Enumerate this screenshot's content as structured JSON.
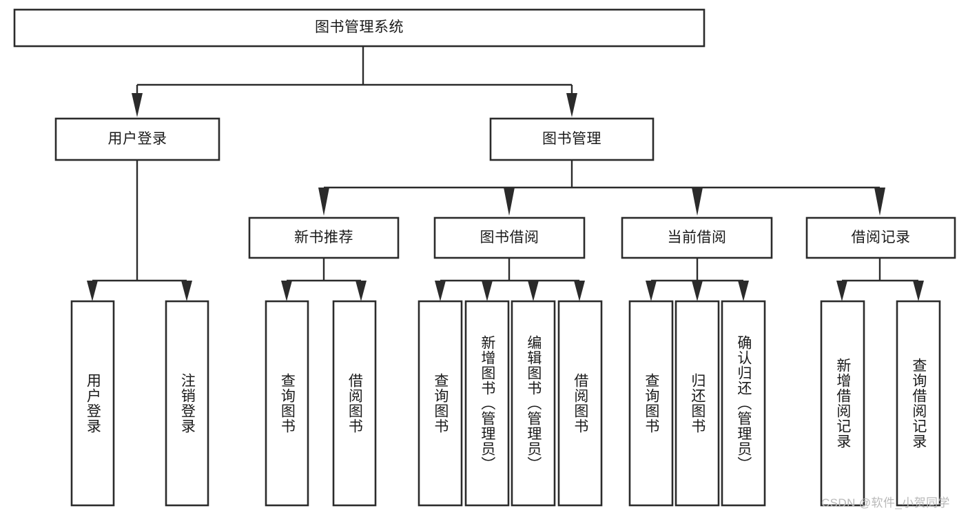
{
  "diagram": {
    "title": "图书管理系统",
    "orientation": "top-down-tree",
    "watermark": "CSDN @软件_小贺同学",
    "colors": {
      "box_stroke": "#2b2b2b",
      "box_fill": "#ffffff",
      "connector": "#2b2b2b",
      "text": "#1a1a1a",
      "watermark": "#b9b9b9",
      "background": "#ffffff"
    },
    "nodes": {
      "root": {
        "label": "图书管理系统"
      },
      "level1": [
        {
          "id": "login",
          "label": "用户登录"
        },
        {
          "id": "book_mgmt",
          "label": "图书管理"
        }
      ],
      "level2": [
        {
          "id": "new_book_rec",
          "label": "新书推荐"
        },
        {
          "id": "book_borrow",
          "label": "图书借阅"
        },
        {
          "id": "current_borrow",
          "label": "当前借阅"
        },
        {
          "id": "borrow_record",
          "label": "借阅记录"
        }
      ],
      "leaves": {
        "login": [
          {
            "id": "user_login",
            "label": "用户登录"
          },
          {
            "id": "user_logout",
            "label": "注销登录"
          }
        ],
        "new_book_rec": [
          {
            "id": "query_book_1",
            "label": "查询图书"
          },
          {
            "id": "borrow_book_1",
            "label": "借阅图书"
          }
        ],
        "book_borrow": [
          {
            "id": "query_book_2",
            "label": "查询图书"
          },
          {
            "id": "add_book_admin",
            "label": "新增图书（管理员）"
          },
          {
            "id": "edit_book_admin",
            "label": "编辑图书（管理员）"
          },
          {
            "id": "borrow_book_2",
            "label": "借阅图书"
          }
        ],
        "current_borrow": [
          {
            "id": "query_book_3",
            "label": "查询图书"
          },
          {
            "id": "return_book",
            "label": "归还图书"
          },
          {
            "id": "confirm_return_admin",
            "label": "确认归还（管理员）"
          }
        ],
        "borrow_record": [
          {
            "id": "add_borrow_record",
            "label": "新增借阅记录"
          },
          {
            "id": "query_borrow_record",
            "label": "查询借阅记录"
          }
        ]
      }
    }
  }
}
